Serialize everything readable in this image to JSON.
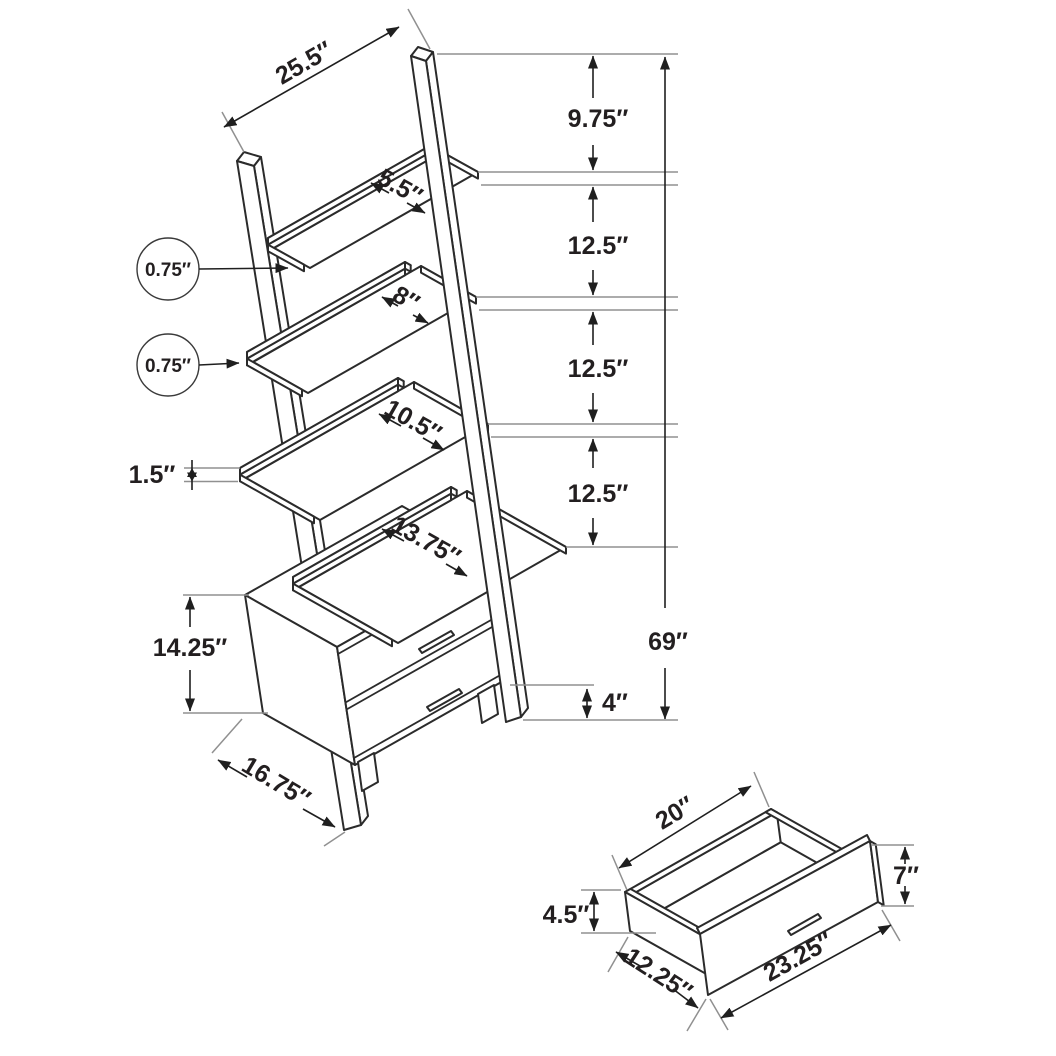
{
  "diagram": {
    "title_semantic": "ladder-bookcase-dimension-drawing",
    "colors": {
      "line": "#2b2b2b",
      "extension": "#909090",
      "dimension": "#1f1f1f",
      "background": "#ffffff"
    },
    "bookcase": {
      "board_length": "25.5″",
      "top_gap": "9.75″",
      "gap2": "12.5″",
      "gap3": "12.5″",
      "gap4": "12.5″",
      "shelf1_depth": "5.5″",
      "shelf2_depth": "8″",
      "shelf3_depth": "10.5″",
      "shelf4_depth": "13.75″",
      "lip_thickness_1": "0.75″",
      "lip_thickness_2": "0.75″",
      "front_edge_height": "1.5″",
      "cabinet_height": "14.25″",
      "cabinet_depth": "16.75″",
      "foot_height": "4″",
      "overall_height": "69″"
    },
    "drawer": {
      "top_width": "20″",
      "front_height": "7″",
      "side_height": "4.5″",
      "depth": "12.25″",
      "front_width": "23.25″"
    }
  }
}
